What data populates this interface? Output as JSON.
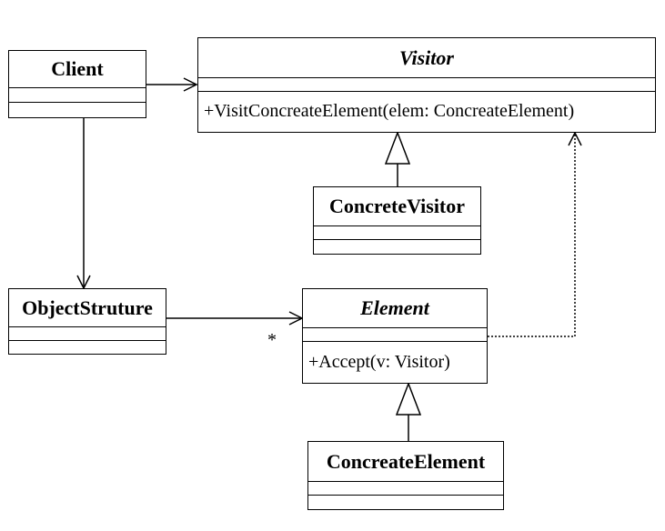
{
  "classes": {
    "client": {
      "name": "Client"
    },
    "visitor": {
      "name": "Visitor",
      "method": "+VisitConcreateElement(elem: ConcreateElement)"
    },
    "concrete_visitor": {
      "name": "ConcreteVisitor"
    },
    "object_structure": {
      "name": "ObjectStruture"
    },
    "element": {
      "name": "Element",
      "method": "+Accept(v: Visitor)"
    },
    "concreate_element": {
      "name": "ConcreateElement"
    }
  },
  "associations": {
    "object_structure_to_element": {
      "multiplicity": "*"
    }
  },
  "colors": {
    "line": "#000000",
    "background": "#ffffff"
  }
}
